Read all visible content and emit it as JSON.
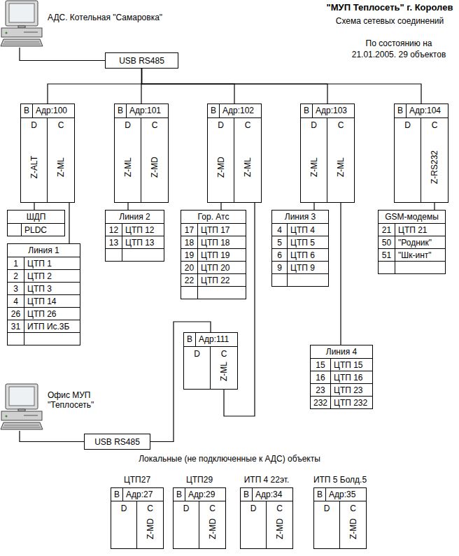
{
  "diagram": {
    "title": "\"МУП Теплосеть\" г. Королев",
    "nodes": [
      {
        "text": [
          "АДС. Котельная \"Самаровка\""
        ]
      },
      {
        "text": [
          "USB RS485"
        ]
      },
      {
        "text": [
          "B",
          "Адр:100"
        ]
      },
      {
        "text": [
          "D",
          "Z-ALT"
        ],
        "in": 2
      },
      {
        "text": [
          "C",
          "Z-ML"
        ],
        "in": 2
      },
      {
        "text": [
          "B",
          "Адр:101"
        ]
      },
      {
        "text": [
          "D",
          "Z-ML"
        ],
        "in": 5
      },
      {
        "text": [
          "C",
          "Z-MD"
        ],
        "in": 5
      },
      {
        "text": [
          "B",
          "Адр:102"
        ]
      },
      {
        "text": [
          "D",
          "Z-MD"
        ],
        "in": 8
      },
      {
        "text": [
          "C",
          "Z-ML"
        ],
        "in": 8
      },
      {
        "text": [
          "B",
          "Адр:103"
        ]
      },
      {
        "text": [
          "D",
          "Z-ML"
        ],
        "in": 11
      },
      {
        "text": [
          "C",
          "Z-ML"
        ],
        "in": 11
      },
      {
        "text": [
          "B",
          "Адр:104"
        ]
      },
      {
        "text": [
          "D"
        ],
        "in": 14
      },
      {
        "text": [
          "C",
          "Z-RS232"
        ],
        "in": 14
      },
      {
        "text": [
          "ШДП",
          "PLDC"
        ]
      },
      {
        "text": [
          "Линия 1",
          "1",
          "ЦТП 1",
          "2",
          "ЦТП 2",
          "3",
          "ЦТП 3",
          "4",
          "ЦТП 14",
          "26",
          "ЦТП 26",
          "31",
          "ИТП Ис.3Б"
        ]
      },
      {
        "text": [
          "Линия 2",
          "12",
          "ЦТП 12",
          "13",
          "ЦТП 13"
        ]
      },
      {
        "text": [
          "Гор. Атс",
          "17",
          "ЦТП 17",
          "18",
          "ЦТП 18",
          "19",
          "ЦТП 19",
          "20",
          "ЦТП 20",
          "22",
          "ЦТП 22"
        ]
      },
      {
        "text": [
          "Линия 3",
          "4",
          "ЦТП 4",
          "5",
          "ЦТП 5",
          "6",
          "ЦТП 6",
          "9",
          "ЦТП 9"
        ]
      },
      {
        "text": [
          "GSM-модемы",
          "21",
          "ЦТП 21",
          "50",
          "\"Родник\"",
          "51",
          "\"Шк-инт\""
        ]
      },
      {
        "text": [
          "B",
          "Адр:111"
        ]
      },
      {
        "text": [
          "D"
        ],
        "in": 23
      },
      {
        "text": [
          "C",
          "Z-ML"
        ],
        "in": 23
      },
      {
        "text": [
          "Линия 4",
          "15",
          "ЦТП 15",
          "16",
          "ЦТП 16",
          "23",
          "ЦТП 23",
          "232",
          "ЦТП 232"
        ]
      },
      {
        "text": [
          "Офис МУП \"Теплосеть\""
        ]
      },
      {
        "text": [
          "USB RS485"
        ]
      },
      {
        "text": [
          "ЦТП27",
          "B",
          "Адр:27"
        ]
      },
      {
        "text": [
          "D"
        ],
        "in": 29
      },
      {
        "text": [
          "C",
          "Z-MD"
        ],
        "in": 29
      },
      {
        "text": [
          "ЦТП29",
          "B",
          "Адр:29"
        ]
      },
      {
        "text": [
          "D"
        ],
        "in": 32
      },
      {
        "text": [
          "C",
          "Z-MD"
        ],
        "in": 32
      },
      {
        "text": [
          "ИТП 4 22эт.",
          "B",
          "Адр:34"
        ]
      },
      {
        "text": [
          "D"
        ],
        "in": 35
      },
      {
        "text": [
          "C",
          "Z-MD"
        ],
        "in": 35
      },
      {
        "text": [
          "ИТП 5 Болд.5",
          "B",
          "Адр:35"
        ]
      },
      {
        "text": [
          "D"
        ],
        "in": 38
      },
      {
        "text": [
          "C",
          "Z-MD"
        ],
        "in": 38
      }
    ],
    "edges": [
      {
        "from": 0,
        "to": 1,
        "arrow": "none"
      },
      {
        "from": 1,
        "to": 2,
        "arrow": "none"
      },
      {
        "from": 1,
        "to": 5,
        "arrow": "none"
      },
      {
        "from": 1,
        "to": 8,
        "arrow": "none"
      },
      {
        "from": 1,
        "to": 11,
        "arrow": "none"
      },
      {
        "from": 1,
        "to": 14,
        "arrow": "none"
      },
      {
        "from": 3,
        "to": 17,
        "arrow": "none"
      },
      {
        "from": 4,
        "to": 18,
        "arrow": "none"
      },
      {
        "from": 6,
        "to": 19,
        "arrow": "none"
      },
      {
        "from": 9,
        "to": 20,
        "arrow": "none"
      },
      {
        "from": 12,
        "to": 21,
        "arrow": "none"
      },
      {
        "from": 13,
        "to": 26,
        "arrow": "none"
      },
      {
        "from": 16,
        "to": 22,
        "arrow": "none"
      },
      {
        "from": 10,
        "to": 25,
        "arrow": "none"
      },
      {
        "from": 27,
        "to": 28,
        "arrow": "none"
      },
      {
        "from": 28,
        "to": 23,
        "arrow": "none"
      }
    ],
    "labels": [
      "Схема сетевых соединений",
      "По состоянию на 21.01.2005. 29 объектов",
      "Локальные (не подключенные к АДС) объекты"
    ]
  }
}
